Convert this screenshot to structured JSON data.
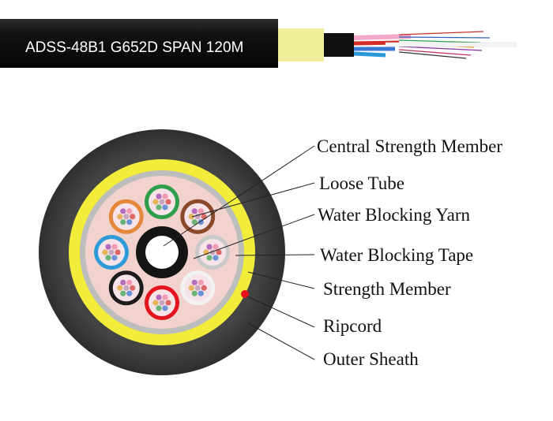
{
  "cable": {
    "print": "ADSS-48B1 G652D SPAN 120M"
  },
  "callouts": [
    {
      "id": "central-strength-member",
      "label": "Central Strength Member"
    },
    {
      "id": "loose-tube",
      "label": "Loose Tube"
    },
    {
      "id": "water-blocking-yarn",
      "label": "Water Blocking Yarn"
    },
    {
      "id": "water-blocking-tape",
      "label": "Water Blocking Tape"
    },
    {
      "id": "strength-member",
      "label": "Strength Member"
    },
    {
      "id": "ripcord",
      "label": "Ripcord"
    },
    {
      "id": "outer-sheath",
      "label": "Outer Sheath"
    }
  ],
  "colors": {
    "outer_sheath": "#3b3b3b",
    "strength_member_yarn": "#f2ec3a",
    "water_blocking_tape": "#bcbcbc",
    "filling": "#f2d2cc",
    "ripcord": "#e8101a",
    "central_member": "#ffffff",
    "tube_colors": [
      "#2e9e4a",
      "#8a4a2a",
      "#c9c9c9",
      "#f2f2f2",
      "#e3141e",
      "#1c1c1c",
      "#2f9ad8",
      "#e5883c"
    ]
  },
  "tube_count": 8,
  "fibers_per_tube": 6
}
